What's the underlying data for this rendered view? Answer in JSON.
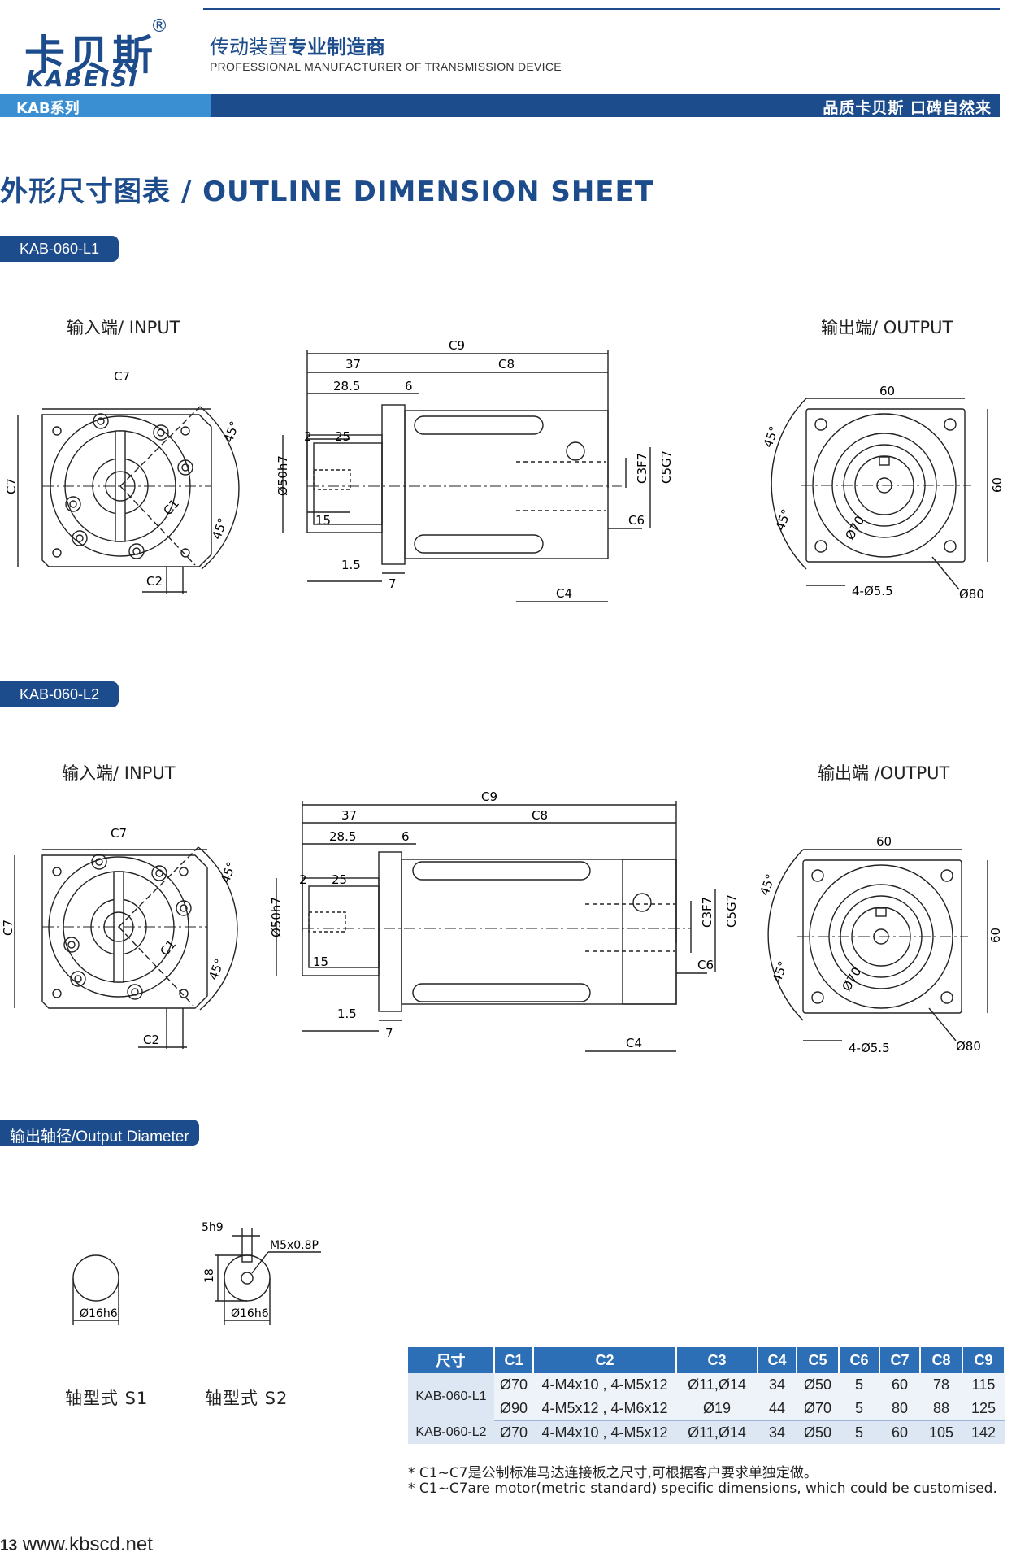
{
  "header": {
    "logo_cn": "卡贝斯",
    "logo_reg": "®",
    "logo_en": "KABEISI",
    "slogan_cn_a": "传动装置",
    "slogan_cn_b": "专业制造商",
    "slogan_en": "PROFESSIONAL MANUFACTURER OF TRANSMISSION DEVICE",
    "series": "KAB系列",
    "tagline": "品质卡贝斯   口碑自然来"
  },
  "title": "外形尺寸图表 / OUTLINE DIMENSION SHEET",
  "sections": [
    {
      "model": "KAB-060-L1",
      "input_label": "输入端/ INPUT",
      "output_label": "输出端/ OUTPUT"
    },
    {
      "model": "KAB-060-L2",
      "input_label": "输入端/ INPUT",
      "output_label": "输出端 /OUTPUT"
    }
  ],
  "dims": {
    "c1": "C1",
    "c2": "C2",
    "c3": "C3F7",
    "c4": "C4",
    "c5": "C5G7",
    "c6": "C6",
    "c7": "C7",
    "c8": "C8",
    "c9": "C9",
    "d37": "37",
    "d28_5": "28.5",
    "d6": "6",
    "d2": "2",
    "d25": "25",
    "d15": "15",
    "d1_5": "1.5",
    "d7": "7",
    "phi50": "Ø50h7",
    "a45": "45°",
    "d60": "60",
    "phi70": "Ø70",
    "holes": "4-Ø5.5",
    "phi80": "Ø80"
  },
  "output_diameter": {
    "title": "输出轴径/Output Diameter",
    "s1_dim": "Ø16h6",
    "s2_dim": "Ø16h6",
    "s2_key": "5h9",
    "s2_height": "18",
    "s2_thread": "M5x0.8P",
    "s1_label": "轴型式  S1",
    "s2_label": "轴型式  S2"
  },
  "table": {
    "headers": [
      "尺寸",
      "C1",
      "C2",
      "C3",
      "C4",
      "C5",
      "C6",
      "C7",
      "C8",
      "C9"
    ],
    "rows": [
      {
        "model": "KAB-060-L1",
        "cells": [
          "Ø70",
          "4-M4x10 , 4-M5x12",
          "Ø11,Ø14",
          "34",
          "Ø50",
          "5",
          "60",
          "78",
          "115"
        ]
      },
      {
        "model": "",
        "cells": [
          "Ø90",
          "4-M5x12 , 4-M6x12",
          "Ø19",
          "44",
          "Ø70",
          "5",
          "80",
          "88",
          "125"
        ]
      },
      {
        "model": "KAB-060-L2",
        "cells": [
          "Ø70",
          "4-M4x10 , 4-M5x12",
          "Ø11,Ø14",
          "34",
          "Ø50",
          "5",
          "60",
          "105",
          "142"
        ]
      }
    ]
  },
  "notes": [
    "* C1~C7是公制标准马达连接板之尺寸,可根据客户要求单独定做。",
    "* C1~C7are motor(metric standard)  specific dimensions, which could be customised."
  ],
  "footer": {
    "page": "13",
    "url": "www.kbscd.net"
  }
}
